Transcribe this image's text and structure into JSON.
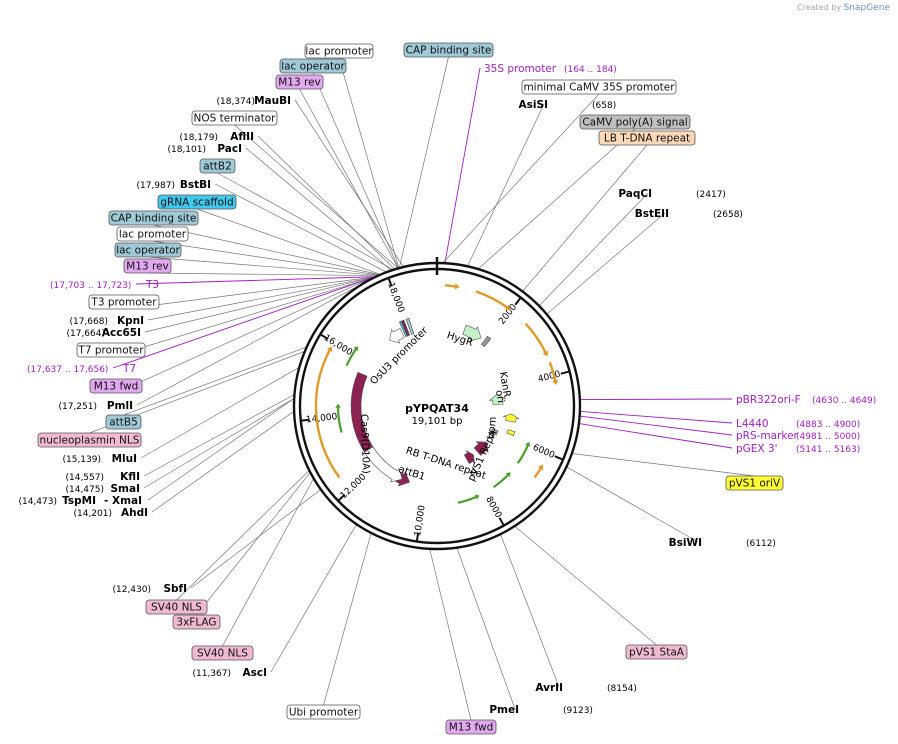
{
  "credit": {
    "prefix": "Created by",
    "brand": "SnapGene"
  },
  "plasmid": {
    "name": "pYPQAT34",
    "size_label": "19,101 bp",
    "length": 19101
  },
  "colors": {
    "purple": "#a020c0",
    "blue_box": "#9fc9d6",
    "pink_box": "#f0bbd0",
    "violet_box": "#e3a9f0",
    "cyan_box": "#41c8ee",
    "gray_box": "#bfbfbf",
    "peach_box": "#fbd9b8",
    "yellow_box": "#ffff33",
    "maroon": "#8b2252",
    "orange": "#e09a2a",
    "green": "#4aa02c"
  },
  "ticks": [
    "2000",
    "4000",
    "6000",
    "8000",
    "10,000",
    "12,000",
    "14,000",
    "16,000",
    "18,000"
  ],
  "inner_labels": {
    "hygr": "HygR",
    "osu3": "OsU3 promoter",
    "cas9": "Cas9(D10A)",
    "kanr": "KanR",
    "ori": "ori",
    "bom": "bom",
    "repa": "pVS1 RepA",
    "rb": "RB T-DNA repeat",
    "attb1": "attB1"
  },
  "labels": {
    "lac_promoter_1": "lac promoter",
    "cap_site_1": "CAP binding site",
    "lac_operator_1": "lac operator",
    "m13rev_1": "M13 rev",
    "promoter_35s": "35S promoter",
    "promoter_35s_range": "(164 .. 184)",
    "min_camv": "minimal CaMV 35S promoter",
    "asisi": "AsiSI",
    "asisi_pos": "(658)",
    "maubi": "MauBI",
    "maubi_pos": "(18,374)",
    "camv_polya": "CaMV poly(A) signal",
    "nos_term": "NOS terminator",
    "lb_repeat": "LB T-DNA repeat",
    "aflii": "AflII",
    "aflii_pos": "(18,179)",
    "paci": "PacI",
    "paci_pos": "(18,101)",
    "attb2": "attB2",
    "bstbi": "BstBI",
    "bstbi_pos": "(17,987)",
    "paqci": "PaqCI",
    "paqci_pos": "(2417)",
    "grna": "gRNA scaffold",
    "bsteii": "BstEII",
    "bsteii_pos": "(2658)",
    "cap_site_2": "CAP binding site",
    "lac_promoter_2": "lac promoter",
    "lac_operator_2": "lac operator",
    "m13rev_2": "M13 rev",
    "t3": "T3",
    "t3_range": "(17,703 .. 17,723)",
    "t3_promoter": "T3 promoter",
    "kpni": "KpnI",
    "kpni_pos": "(17,668)",
    "acc65i": "Acc65I",
    "acc65i_pos": "(17,664)",
    "t7_promoter": "T7 promoter",
    "t7": "T7",
    "t7_range": "(17,637 .. 17,656)",
    "pbr322": "pBR322ori-F",
    "pbr322_range": "(4630 .. 4649)",
    "m13fwd_1": "M13 fwd",
    "pmli": "PmlI",
    "pmli_pos": "(17,251)",
    "l4440": "L4440",
    "l4440_range": "(4883 .. 4900)",
    "prs": "pRS-marker",
    "prs_range": "(4981 .. 5000)",
    "attb5": "attB5",
    "pgex": "pGEX 3'",
    "pgex_range": "(5141 .. 5163)",
    "nls": "nucleoplasmin NLS",
    "mlui": "MluI",
    "mlui_pos": "(15,139)",
    "kfli": "KflI",
    "kfli_pos": "(14,557)",
    "smai": "SmaI",
    "smai_pos": "(14,475)",
    "tspmi": "TspMI",
    "tspmi_pos": "(14,473)",
    "xmai": "- XmaI",
    "ahdi": "AhdI",
    "ahdi_pos": "(14,201)",
    "pvs1_oriv": "pVS1 oriV",
    "bsiwi": "BsiWI",
    "bsiwi_pos": "(6112)",
    "sbfi": "SbfI",
    "sbfi_pos": "(12,430)",
    "sv40_1": "SV40 NLS",
    "flag": "3xFLAG",
    "sv40_2": "SV40 NLS",
    "asci": "AscI",
    "asci_pos": "(11,367)",
    "stab": "pVS1 StaA",
    "avrii": "AvrII",
    "avrii_pos": "(8154)",
    "ubi": "Ubi promoter",
    "pmei": "PmeI",
    "pmei_pos": "(9123)",
    "m13fwd_2": "M13 fwd"
  }
}
